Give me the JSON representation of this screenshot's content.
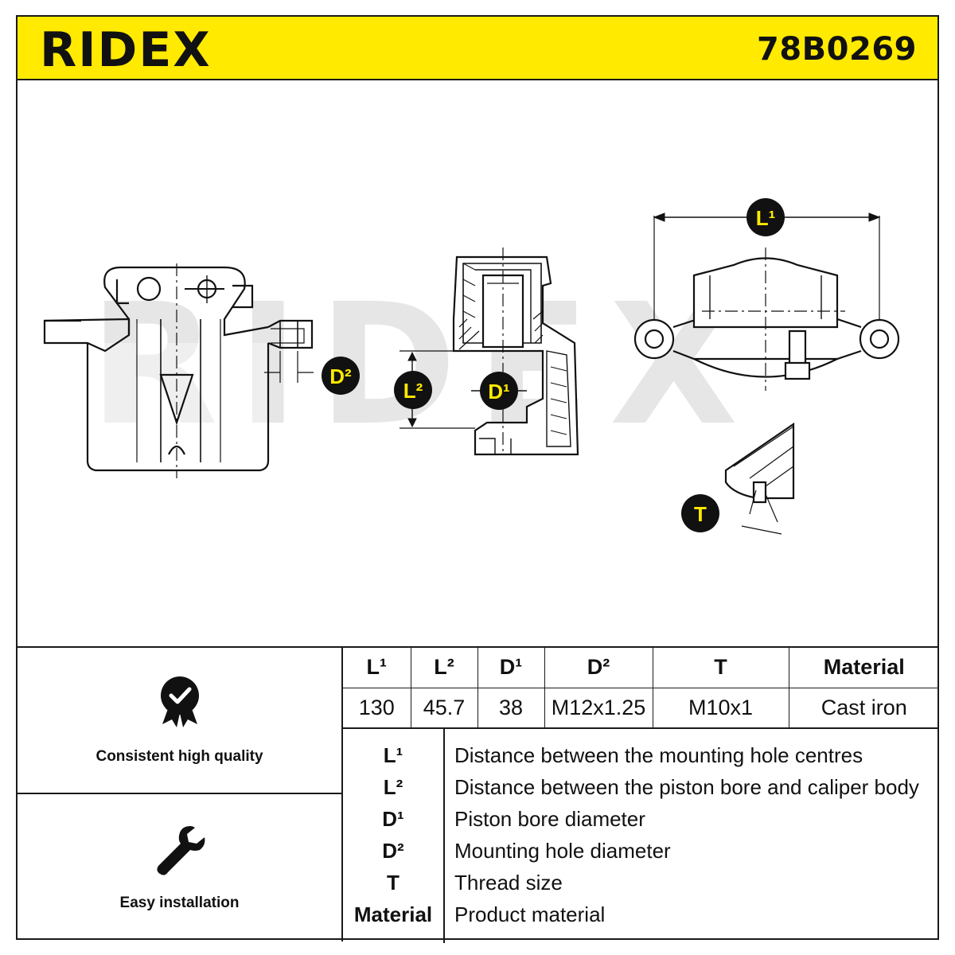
{
  "header": {
    "brand": "RIDEX",
    "part_number": "78B0269",
    "background_color": "#ffea00"
  },
  "drawing": {
    "watermark": "RIDEX",
    "markers": {
      "d2": "D²",
      "l2": "L²",
      "d1": "D¹",
      "l1": "L¹",
      "t": "T"
    },
    "marker_fill": "#111111",
    "marker_text_color": "#ffea00"
  },
  "features": [
    {
      "icon": "quality-badge-icon",
      "label": "Consistent high quality"
    },
    {
      "icon": "wrench-icon",
      "label": "Easy installation"
    }
  ],
  "spec_table": {
    "headers": [
      "L¹",
      "L²",
      "D¹",
      "D²",
      "T",
      "Material"
    ],
    "values": [
      "130",
      "45.7",
      "38",
      "M12x1.25",
      "M10x1",
      "Cast iron"
    ]
  },
  "legend": [
    {
      "symbol": "L¹",
      "description": "Distance between the mounting hole centres"
    },
    {
      "symbol": "L²",
      "description": "Distance between the piston bore and caliper body"
    },
    {
      "symbol": "D¹",
      "description": "Piston bore diameter"
    },
    {
      "symbol": "D²",
      "description": "Mounting hole diameter"
    },
    {
      "symbol": "T",
      "description": "Thread size"
    },
    {
      "symbol": "Material",
      "description": "Product material"
    }
  ]
}
